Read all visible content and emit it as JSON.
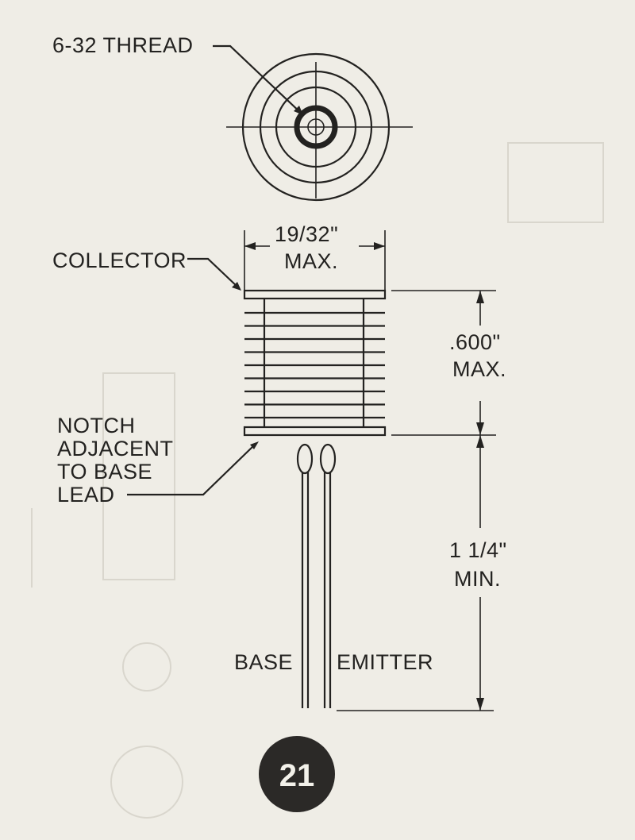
{
  "labels": {
    "thread": "6-32 THREAD",
    "collector": "COLLECTOR",
    "width_value": "19/32\"",
    "width_qualifier": "MAX.",
    "height_value": ".600\"",
    "height_qualifier": "MAX.",
    "notch_line1": "NOTCH",
    "notch_line2": "ADJACENT",
    "notch_line3": "TO BASE",
    "notch_line4": "LEAD",
    "lead_length_value": "1 1/4\"",
    "lead_length_qualifier": "MIN.",
    "base": "BASE",
    "emitter": "EMITTER"
  },
  "badge": {
    "number": "21"
  },
  "colors": {
    "ink": "#232220",
    "paper": "#efede6",
    "badge_fill": "#2b2927"
  }
}
